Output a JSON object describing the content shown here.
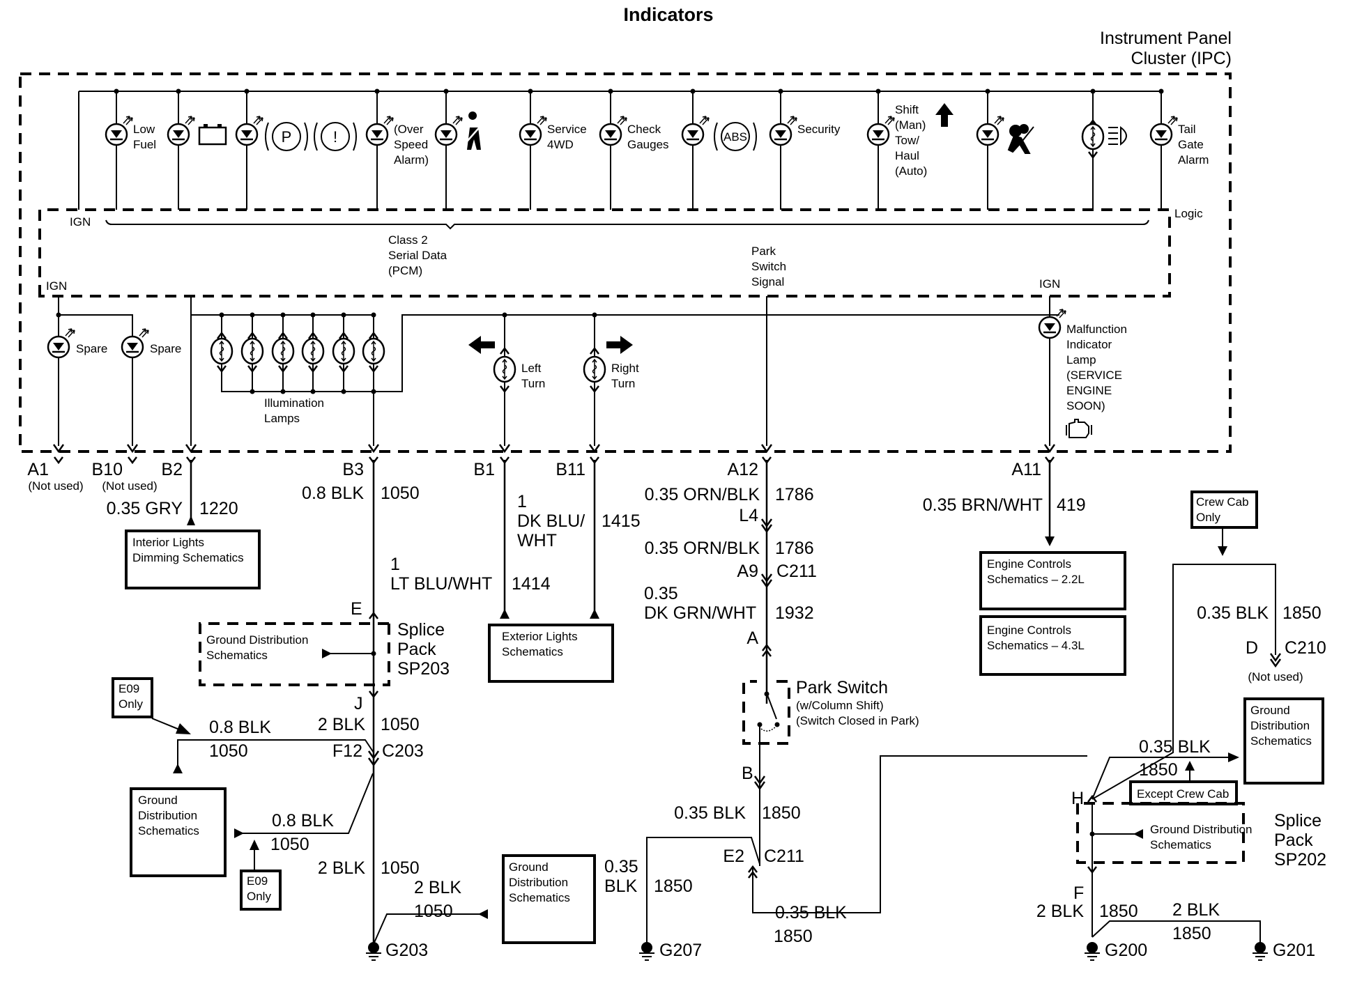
{
  "title": "Indicators",
  "module": {
    "name_line1": "Instrument Panel",
    "name_line2": "Cluster (IPC)",
    "logic_label": "Logic",
    "ign_top": "IGN",
    "ign_left": "IGN",
    "ign_right": "IGN",
    "class2": [
      "Class 2",
      "Serial Data",
      "(PCM)"
    ],
    "park_signal": [
      "Park",
      "Switch",
      "Signal"
    ]
  },
  "indicators": [
    {
      "label": [
        "Low",
        "Fuel"
      ],
      "icon": "led-icon"
    },
    {
      "label": [],
      "icon": "battery-icon"
    },
    {
      "label": [],
      "icon": "brake-icon",
      "symbols": [
        "P",
        "!"
      ]
    },
    {
      "label": [
        "(Over",
        "Speed",
        "Alarm)"
      ],
      "icon": "led-icon"
    },
    {
      "label": [],
      "icon": "seatbelt-icon"
    },
    {
      "label": [
        "Service",
        "4WD"
      ],
      "icon": "led-icon"
    },
    {
      "label": [
        "Check",
        "Gauges"
      ],
      "icon": "led-icon"
    },
    {
      "label": [],
      "icon": "abs-icon",
      "symbols": [
        "ABS"
      ]
    },
    {
      "label": [
        "Security"
      ],
      "icon": "led-icon"
    },
    {
      "label": [
        "Shift",
        "(Man)",
        "Tow/",
        "Haul",
        "(Auto)"
      ],
      "icon": "shift-up-arrow-icon"
    },
    {
      "label": [],
      "icon": "airbag-icon"
    },
    {
      "label": [],
      "icon": "high-beam-icon"
    },
    {
      "label": [
        "Tail",
        "Gate",
        "Alarm"
      ],
      "icon": "led-icon"
    }
  ],
  "spares": [
    {
      "label": "Spare"
    },
    {
      "label": "Spare"
    }
  ],
  "illumination": {
    "label": [
      "Illumination",
      "Lamps"
    ],
    "count": 6
  },
  "turns": [
    {
      "label": [
        "Left",
        "Turn"
      ]
    },
    {
      "label": [
        "Right",
        "Turn"
      ]
    }
  ],
  "mil": {
    "label": [
      "Malfunction",
      "Indicator",
      "Lamp",
      "(SERVICE",
      "ENGINE",
      "SOON)"
    ]
  },
  "pins": {
    "A1": {
      "pin": "A1",
      "note": "(Not used)"
    },
    "B10": {
      "pin": "B10",
      "note": "(Not used)"
    },
    "B2": {
      "pin": "B2",
      "wire": "0.35 GRY",
      "circuit": "1220"
    },
    "B3": {
      "pin": "B3",
      "wire": "0.8 BLK",
      "circuit": "1050"
    },
    "B1": {
      "pin": "B1",
      "wire": [
        "1",
        "LT BLU/WHT"
      ],
      "circuit": "1414"
    },
    "B11": {
      "pin": "B11",
      "wire": [
        "1",
        "DK BLU/",
        "WHT"
      ],
      "circuit": "1415"
    },
    "A12": {
      "pin": "A12",
      "wire": "0.35 ORN/BLK",
      "circuit": "1786"
    },
    "A11": {
      "pin": "A11",
      "wire": "0.35 BRN/WHT",
      "circuit": "419"
    }
  },
  "references": {
    "interior_dimming": [
      "Interior Lights",
      "Dimming Schematics"
    ],
    "exterior_lights": [
      "Exterior Lights",
      "Schematics"
    ],
    "engine_22": [
      "Engine Controls",
      "Schematics – 2.2L"
    ],
    "engine_43": [
      "Engine Controls",
      "Schematics – 4.3L"
    ],
    "ground_dist_3": [
      "Ground",
      "Distribution",
      "Schematics"
    ],
    "ground_dist_2": [
      "Ground Distribution",
      "Schematics"
    ]
  },
  "sp203": {
    "label": [
      "Splice",
      "Pack",
      "SP203"
    ],
    "pin_top": "E",
    "pin_bottom": "J"
  },
  "left_ground": {
    "e09_only": [
      "E09",
      "Only"
    ],
    "wire_top": "0.8 BLK",
    "circuit_top": "1050",
    "wire_j": "2 BLK",
    "circuit_j": "1050",
    "pin_f12": "F12",
    "conn_c203": "C203",
    "wire_lower": "0.8 BLK",
    "circuit_lower": "1050",
    "wire_main": "2 BLK",
    "circuit_main": "1050",
    "wire_g203": "2 BLK",
    "circuit_g203": "1050",
    "ground": "G203"
  },
  "park_chain": {
    "pin_l4": "L4",
    "wire_l4": "0.35 ORN/BLK",
    "circuit_l4": "1786",
    "pin_a9": "A9",
    "conn_c211": "C211",
    "wire_a9": [
      "0.35",
      "DK GRN/WHT"
    ],
    "circuit_a9": "1932",
    "pin_a": "A",
    "switch": {
      "name": "Park Switch",
      "note1": "(w/Column Shift)",
      "note2": "(Switch Closed in Park)"
    },
    "pin_b": "B",
    "wire_b": "0.35 BLK",
    "circuit_b": "1850",
    "pin_e2": "E2",
    "conn_e2": "C211",
    "wire_g207": [
      "0.35",
      "BLK"
    ],
    "circuit_g207": "1850",
    "ground_g207": "G207",
    "wire_bottom": "0.35 BLK",
    "circuit_bottom": "1850"
  },
  "right_ground": {
    "crew_cab_only": [
      "Crew Cab",
      "Only"
    ],
    "wire_d": "0.35 BLK",
    "circuit_d": "1850",
    "pin_d": "D",
    "conn_c210": "C210",
    "d_note": "(Not used)",
    "wire_h": "0.35 BLK",
    "circuit_h": "1850",
    "except_crew_cab": "Except Crew Cab",
    "pin_h": "H",
    "sp202": [
      "Splice",
      "Pack",
      "SP202"
    ],
    "pin_f": "F",
    "wire_f": "2 BLK",
    "circuit_f": "1850",
    "wire_g201": "2 BLK",
    "circuit_g201": "1850",
    "ground_g200": "G200",
    "ground_g201": "G201"
  }
}
